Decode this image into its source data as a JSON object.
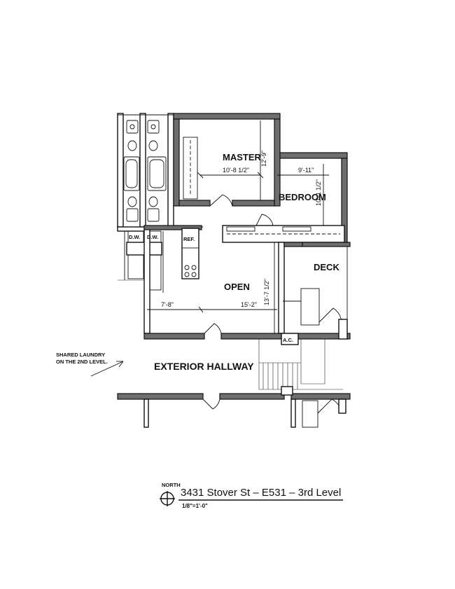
{
  "rooms": {
    "master": "MASTER",
    "bedroom": "BEDROOM",
    "open": "OPEN",
    "deck": "DECK",
    "exterior_hallway": "EXTERIOR HALLWAY"
  },
  "dimensions": {
    "master_width": "10'-8 1/2\"",
    "master_depth": "12'-9\"",
    "bedroom_width": "9'-11\"",
    "bedroom_depth": "10'-1 1/2\"",
    "open_depth": "13'-7 1/2\"",
    "open_left": "7'-8\"",
    "open_right": "15'-2\""
  },
  "fixtures": {
    "dw_1": "D.W.",
    "dw_2": "D.W.",
    "ref": "REF.",
    "ac": "A.C."
  },
  "notes": {
    "laundry_line1": "SHARED LAUNDRY",
    "laundry_line2": "ON THE 2ND LEVEL."
  },
  "title_block": {
    "north": "NORTH",
    "title": "3431 Stover St  –  E531  –    3rd Level",
    "scale": "1/8\"=1'-0\""
  }
}
